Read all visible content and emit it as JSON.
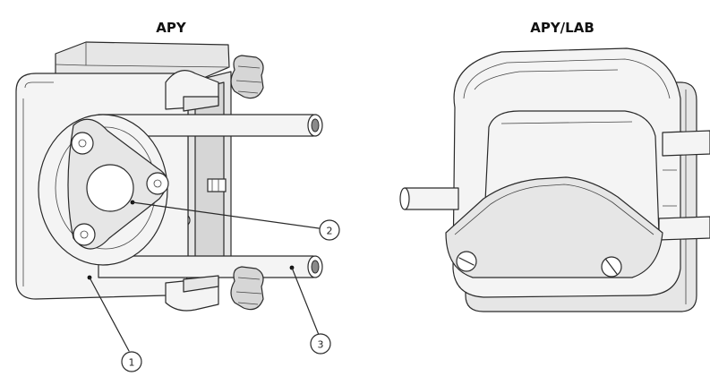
{
  "titles": {
    "left": "APY",
    "right": "APY/LAB"
  },
  "callouts": [
    {
      "number": "1",
      "meaning": ""
    },
    {
      "number": "2",
      "meaning": ""
    },
    {
      "number": "3",
      "meaning": ""
    }
  ]
}
